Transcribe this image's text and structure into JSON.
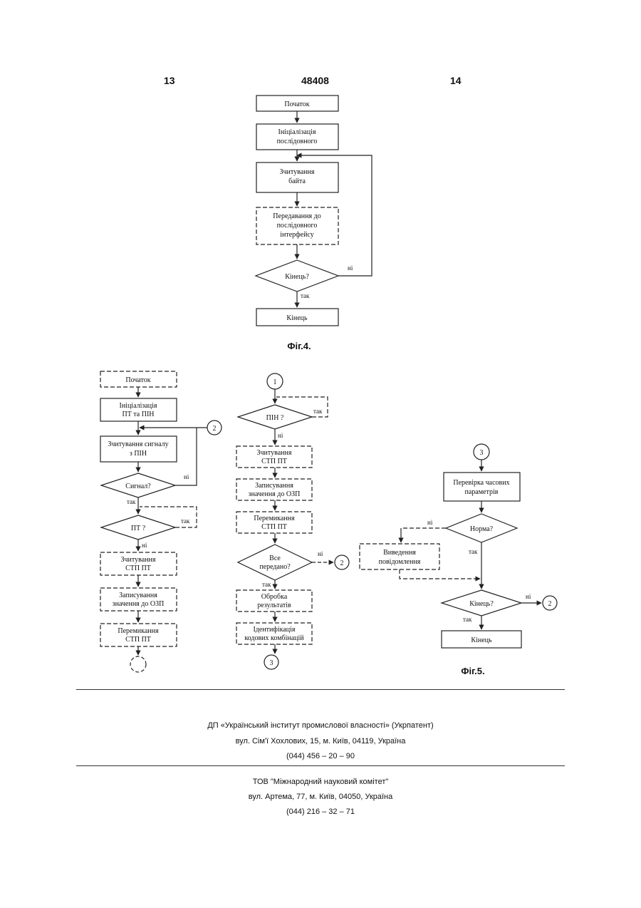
{
  "header": {
    "page_left": "13",
    "patent_number": "48408",
    "page_right": "14"
  },
  "fig4": {
    "caption": "Фіг.4.",
    "start": "Початок",
    "init": [
      "Ініціалізація",
      "послідовного"
    ],
    "read": [
      "Зчитування",
      "байта"
    ],
    "transfer": [
      "Передавання до",
      "послідовного",
      "інтерфейсу"
    ],
    "decision": "Кінець?",
    "no": "ні",
    "yes": "так",
    "end": "Кінець"
  },
  "fig5": {
    "caption": "Фіг.5.",
    "left": {
      "start": "Початок",
      "init": [
        "Ініціалізація",
        "ПТ та ПІН"
      ],
      "read_signal": [
        "Зчитування сигналу",
        "з ПІН"
      ],
      "decision_signal": "Сигнал?",
      "decision_pt": "ПТ    ?",
      "yes": "так",
      "no": "ні",
      "read_stp": [
        "Зчитування",
        "СТП ПТ"
      ],
      "write_ozp": [
        "Записування",
        "значення до ОЗП"
      ],
      "transfer_stp": [
        "Перемикання",
        "СТП ПТ"
      ]
    },
    "middle": {
      "decision_pin": "ПІН    ?",
      "yes": "так",
      "no": "ні",
      "read_stp": [
        "Зчитування",
        "СТП ПТ"
      ],
      "write_ozp": [
        "Записування",
        "значення до ОЗП"
      ],
      "switch_stp": [
        "Перемикання",
        "СТП ПТ"
      ],
      "decision_all": [
        "Все",
        "передано?"
      ],
      "process": [
        "Обробка",
        "результатів"
      ],
      "identify": [
        "Ідентифікація",
        "кодових комбінацій"
      ]
    },
    "right": {
      "check": [
        "Перевірка часових",
        "параметрів"
      ],
      "decision_norm": "Норма?",
      "no": "ні",
      "yes": "так",
      "message": [
        "Виведення",
        "повідомлення"
      ],
      "decision_end": "Кінець?",
      "end": "Кінець"
    },
    "connectors": {
      "c1": "1",
      "c2": "2",
      "c3": "3"
    }
  },
  "footer": {
    "line1": "ДП «Український інститут промислової власності» (Укрпатент)",
    "line2": "вул. Сім'ї Хохлових, 15, м. Київ, 04119, Україна",
    "line3": "(044) 456 – 20 – 90",
    "line4": "ТОВ \"Міжнародний науковий комітет\"",
    "line5": "вул. Артема, 77, м. Київ, 04050, Україна",
    "line6": "(044) 216 – 32 – 71"
  }
}
